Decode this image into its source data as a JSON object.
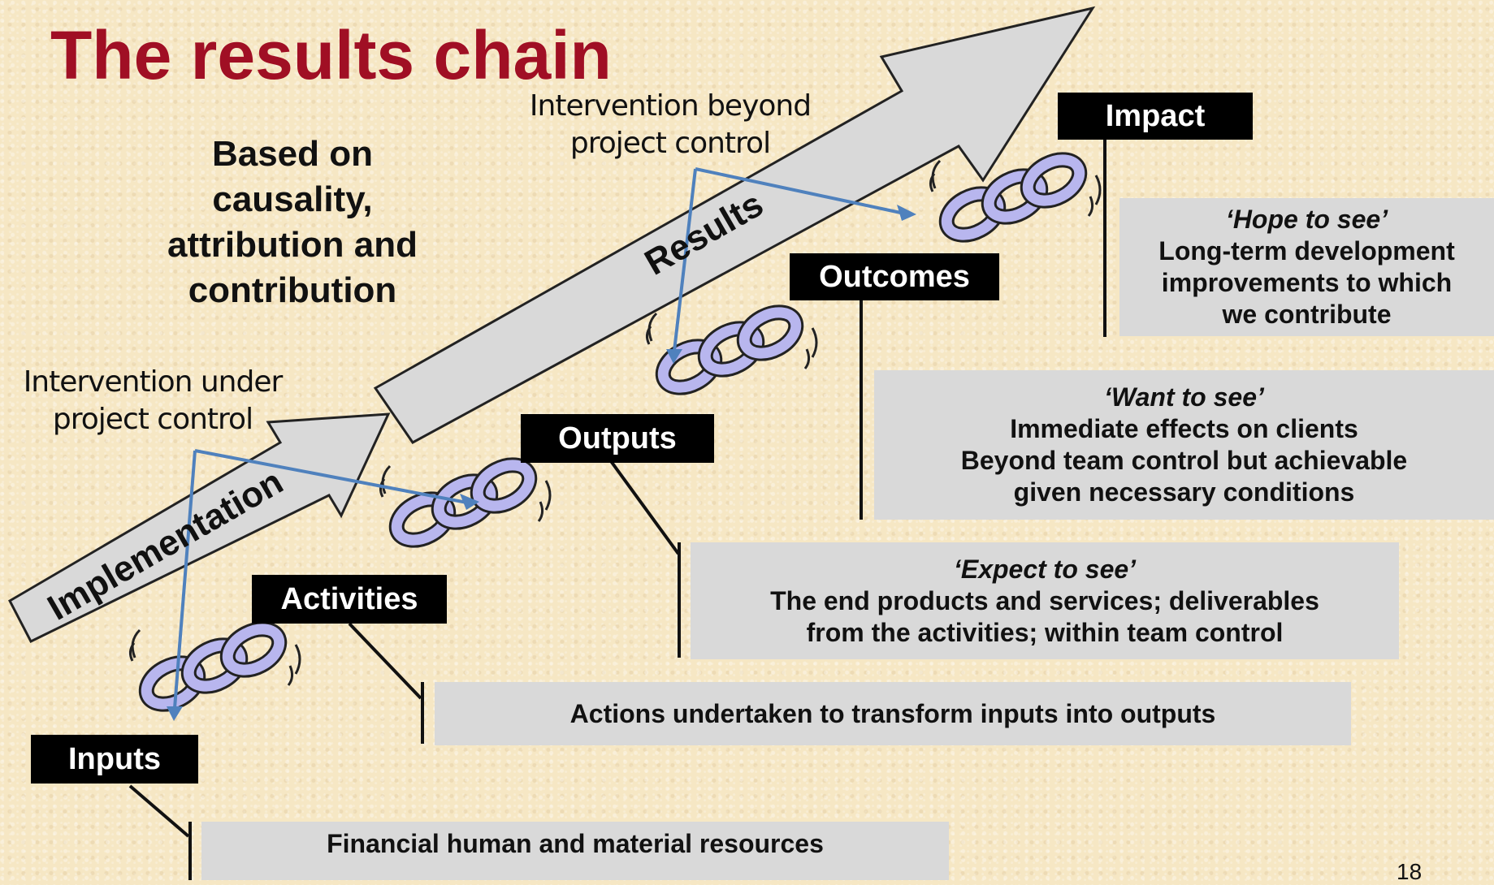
{
  "title": "The results chain",
  "subtitle_lines": [
    "Based on causality,",
    "attribution and",
    "contribution"
  ],
  "notes": {
    "under_control": [
      "Intervention under",
      "project control"
    ],
    "beyond_control": [
      "Intervention beyond",
      "project control"
    ]
  },
  "arrows": {
    "implementation": "Implementation",
    "results": "Results"
  },
  "stages": {
    "inputs": {
      "label": "Inputs",
      "description": [
        "Financial human and material resources"
      ]
    },
    "activities": {
      "label": "Activities",
      "description": [
        "Actions undertaken to transform inputs into outputs"
      ]
    },
    "outputs": {
      "label": "Outputs",
      "tagline": "‘Expect to see’",
      "description": [
        "The end products and services;  deliverables",
        "from the activities; within team control"
      ]
    },
    "outcomes": {
      "label": "Outcomes",
      "tagline": "‘Want to see’",
      "description": [
        "Immediate effects on clients",
        "Beyond team control but achievable",
        "given necessary conditions"
      ]
    },
    "impact": {
      "label": "Impact",
      "tagline": "‘Hope to see’",
      "description": [
        "Long-term development",
        "improvements to which",
        "we contribute"
      ]
    }
  },
  "page_number": "18",
  "colors": {
    "title": "#a00f24",
    "background": "#f6e7c4",
    "arrow_fill": "#d9d9d9",
    "chain_link": "#b8b6ee",
    "pointer_line": "#4f81bd",
    "label_box": "#000000",
    "desc_box": "#d9d9d9"
  }
}
